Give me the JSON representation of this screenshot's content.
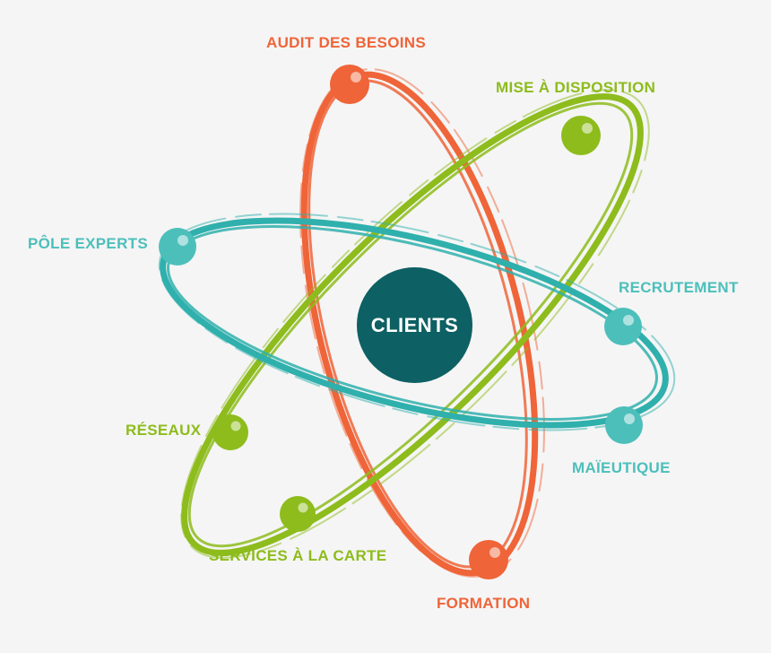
{
  "center": {
    "label": "CLIENTS",
    "color": "#0d6063"
  },
  "colors": {
    "orange": "#ef6438",
    "green": "#8dbc1c",
    "teal": "#4cbfbb"
  },
  "nodes": {
    "audit": "AUDIT DES BESOINS",
    "formation": "FORMATION",
    "mise": "MISE À DISPOSITION",
    "reseaux": "RÉSEAUX",
    "services": "SERVICES À LA CARTE",
    "pole": "PÔLE EXPERTS",
    "recrutement": "RECRUTEMENT",
    "maieutique": "MAÏEUTIQUE"
  }
}
